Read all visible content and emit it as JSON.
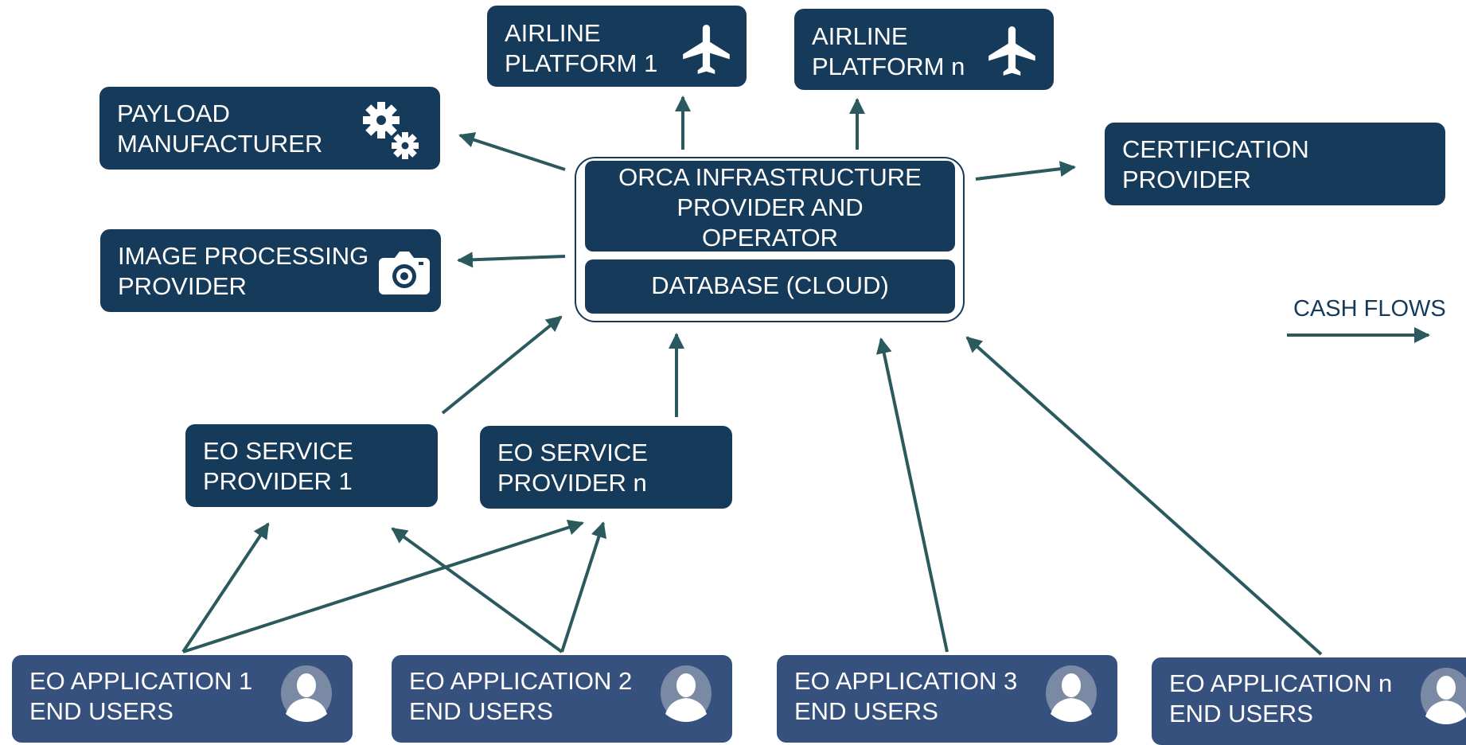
{
  "nodes": {
    "airline1": {
      "line1": "AIRLINE",
      "line2": "PLATFORM 1",
      "icon": "airplane-icon"
    },
    "airlineN": {
      "line1": "AIRLINE",
      "line2": "PLATFORM n",
      "icon": "airplane-icon"
    },
    "payload": {
      "line1": "PAYLOAD",
      "line2": "MANUFACTURER",
      "icon": "gears-icon"
    },
    "image": {
      "line1": "IMAGE PROCESSING",
      "line2": "PROVIDER",
      "icon": "camera-icon"
    },
    "certification": {
      "line1": "CERTIFICATION",
      "line2": "PROVIDER"
    },
    "orca": {
      "line1": "ORCA INFRASTRUCTURE",
      "line2": "PROVIDER AND",
      "line3": "OPERATOR"
    },
    "database": {
      "label": "DATABASE (CLOUD)"
    },
    "eo_sp1": {
      "line1": "EO SERVICE",
      "line2": "PROVIDER 1"
    },
    "eo_spN": {
      "line1": "EO SERVICE",
      "line2": "PROVIDER n"
    },
    "app1": {
      "line1": "EO APPLICATION 1",
      "line2": "END USERS",
      "icon": "user-icon"
    },
    "app2": {
      "line1": "EO APPLICATION 2",
      "line2": "END USERS",
      "icon": "user-icon"
    },
    "app3": {
      "line1": "EO APPLICATION 3",
      "line2": "END USERS",
      "icon": "user-icon"
    },
    "appN": {
      "line1": "EO APPLICATION n",
      "line2": "END USERS",
      "icon": "user-icon"
    }
  },
  "legend": {
    "label": "CASH FLOWS"
  },
  "colors": {
    "box": "#163a59",
    "user_box": "#36517d",
    "arrow": "#2a5a5e"
  }
}
